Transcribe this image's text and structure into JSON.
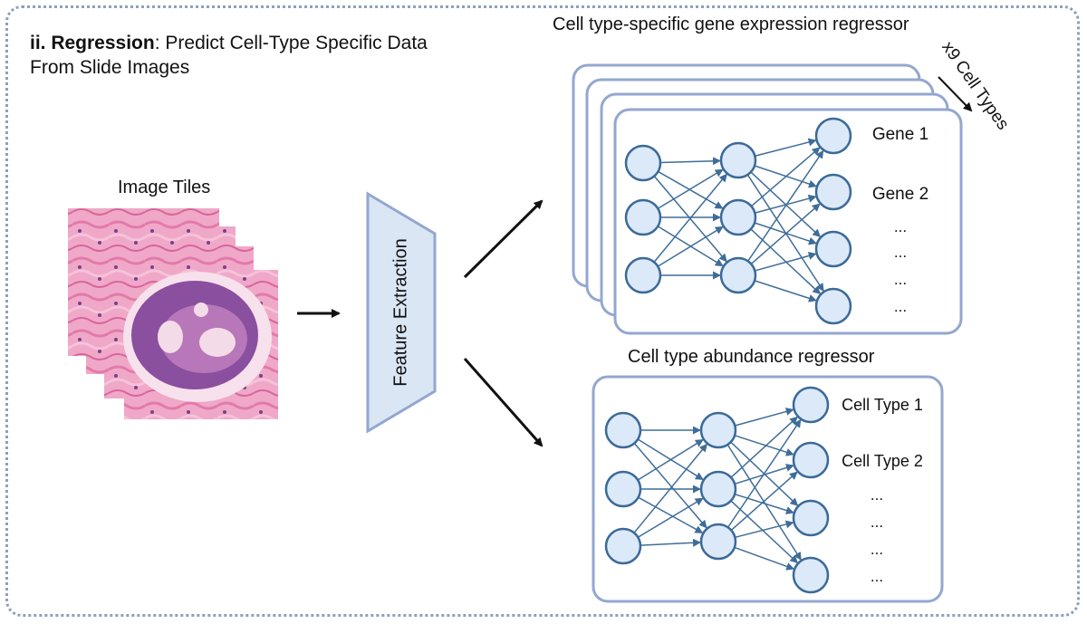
{
  "title": {
    "prefix": "ii. Regression",
    "rest_line1": ": Predict Cell-Type Specific Data",
    "line2": "From Slide Images"
  },
  "image_tiles_label": "Image Tiles",
  "feature_extraction_label": "Feature Extraction",
  "gene_regressor": {
    "title": "Cell type-specific gene expression regressor",
    "stack_label": "x9 Cell Types",
    "outputs": [
      "Gene 1",
      "Gene 2",
      "...",
      "...",
      "...",
      "..."
    ]
  },
  "abundance_regressor": {
    "title": "Cell type abundance regressor",
    "outputs": [
      "Cell Type 1",
      "Cell Type 2",
      "...",
      "...",
      "...",
      "..."
    ]
  },
  "colors": {
    "frame": "#8d9fbf",
    "box_border": "#93a7cf",
    "node_fill": "#dce9f8",
    "node_stroke": "#3b6a99",
    "edge": "#3f6d99",
    "trapezoid_fill": "#dbe6f5",
    "tissue_pink": "#e58bb6",
    "tissue_purple": "#6b3a85"
  }
}
